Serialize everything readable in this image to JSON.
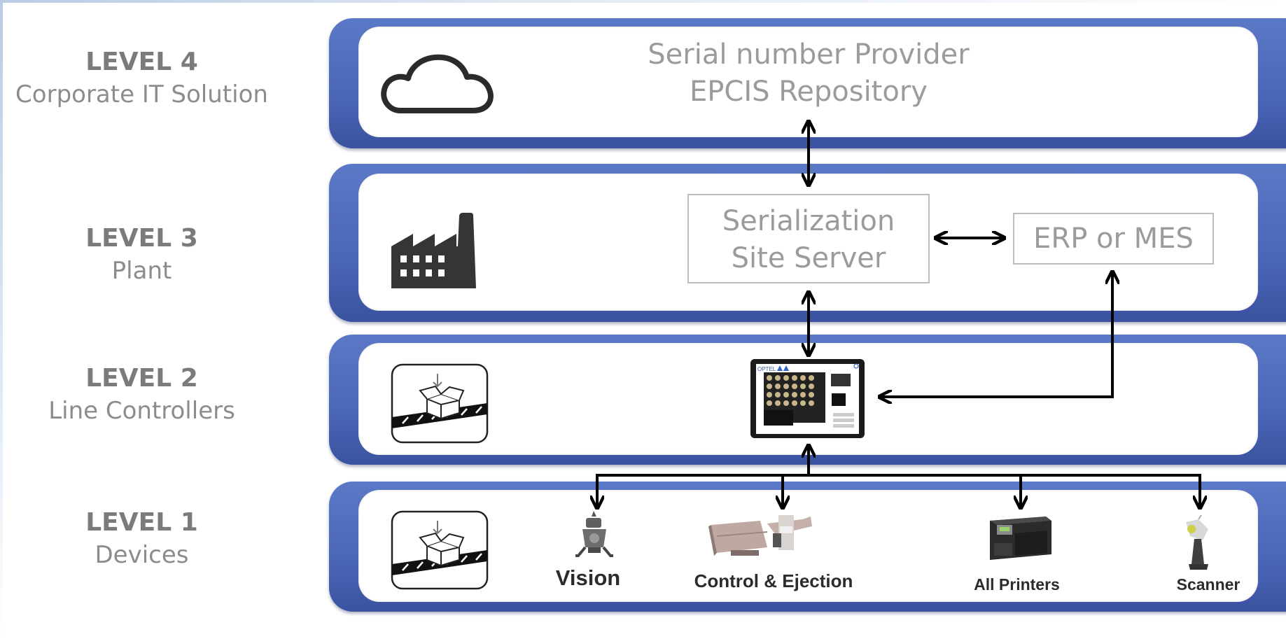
{
  "levels": [
    {
      "level": "LEVEL 4",
      "description": "Corporate IT Solution"
    },
    {
      "level": "LEVEL 3",
      "description": "Plant"
    },
    {
      "level": "LEVEL 2",
      "description": "Line Controllers"
    },
    {
      "level": "LEVEL 1",
      "description": "Devices"
    }
  ],
  "level4": {
    "line1": "Serial number Provider",
    "line2": "EPCIS Repository",
    "icon": "cloud-icon"
  },
  "level3": {
    "server_line1": "Serialization",
    "server_line2": "Site Server",
    "erp": "ERP or MES",
    "icon": "factory-icon"
  },
  "level2": {
    "icon": "conveyor-box-icon",
    "device": "line-controller-screen",
    "screen_brand": "OPTEL"
  },
  "level1": {
    "icon": "conveyor-box-icon",
    "devices": [
      "Vision",
      "Control & Ejection",
      "All Printers",
      "Scanner"
    ]
  },
  "colors": {
    "band": "#4a66b6",
    "panel": "#ffffff",
    "text_gray": "#9b9b9b",
    "arrow": "#000000"
  }
}
